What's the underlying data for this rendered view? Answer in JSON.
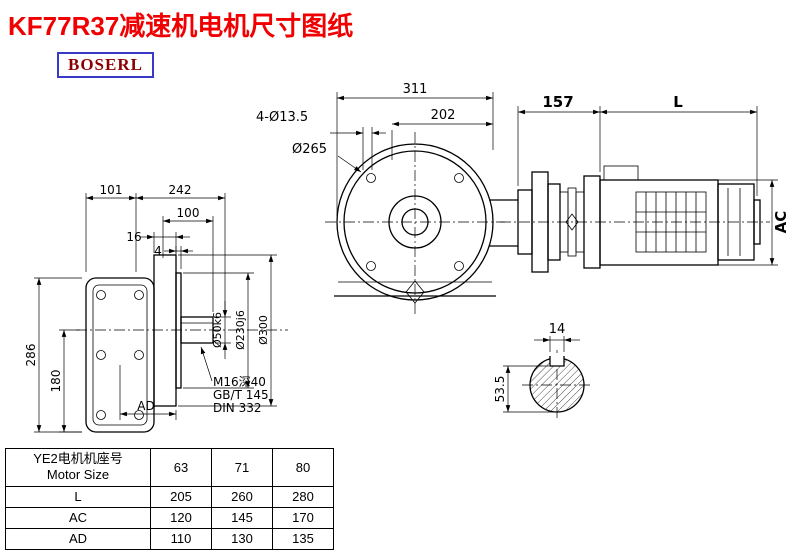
{
  "title": "KF77R37减速机电机尺寸图纸",
  "logo": "BOSERL",
  "front": {
    "d311": "311",
    "d202": "202",
    "holes": "4-Ø13.5",
    "flange": "Ø265",
    "d157": "157",
    "dL": "L",
    "dAC": "AC"
  },
  "side": {
    "d101": "101",
    "d242": "242",
    "d100": "100",
    "d16": "16",
    "d4": "4",
    "d286": "286",
    "d180": "180",
    "dAD": "AD",
    "shaft": "Ø50k6",
    "spigot": "Ø230j6",
    "flange": "Ø300",
    "note1": "M16深40",
    "note2": "GB/T 145",
    "note3": "DIN 332"
  },
  "section": {
    "d14": "14",
    "d535": "53.5"
  },
  "table": {
    "header_cn": "YE2电机机座号",
    "header_en": "Motor Size",
    "sizes": [
      "63",
      "71",
      "80"
    ],
    "rows": [
      {
        "label": "L",
        "values": [
          "205",
          "260",
          "280"
        ]
      },
      {
        "label": "AC",
        "values": [
          "120",
          "145",
          "170"
        ]
      },
      {
        "label": "AD",
        "values": [
          "110",
          "130",
          "135"
        ]
      }
    ]
  }
}
